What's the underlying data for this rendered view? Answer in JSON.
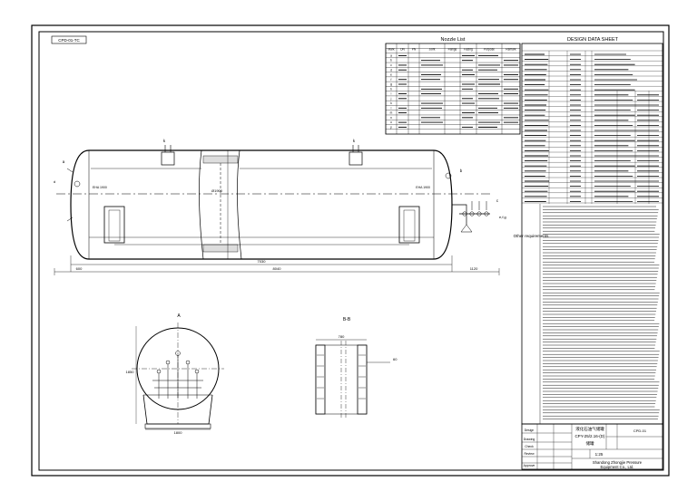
{
  "drawing": {
    "code_box": "CPD-01-TC",
    "nozzle_list_title": "Nozzle List",
    "design_data_title": "DESIGN DATA SHEET",
    "nozzle_headers": [
      "Mark",
      "DN",
      "PN",
      "Joint",
      "Flange",
      "Facing",
      "Purpose",
      "Remark"
    ],
    "nozzle_marks": [
      "a",
      "b",
      "c",
      "d",
      "e",
      "f",
      "g",
      "h",
      "i",
      "j",
      "k",
      "l",
      "m",
      "n",
      "o",
      "p"
    ],
    "other_requirements_label": "Other requirements"
  },
  "elevation": {
    "dim_total": "7030",
    "dim_overall": "8040",
    "dim_left": "600",
    "dim_right": "1120",
    "dim_diameter": "Ø1900",
    "label_k_left": "k",
    "label_k_right": "k",
    "label_a": "a",
    "label_b": "b",
    "label_c": "c",
    "label_d": "d",
    "label_e": "e,f,g",
    "label_head_l": "EHA 1900",
    "label_head_r": "EHA 1900"
  },
  "section_a": {
    "title": "A",
    "dim_width": "1800",
    "dim_height": "1850"
  },
  "section_b": {
    "title": "B-B",
    "dim_top": "780",
    "dim_side": "60"
  },
  "title_block": {
    "cn_title": "液化石油气储罐",
    "model": "CPY-25/2.16-(D)",
    "sub": "储罐",
    "company_line1": "Shandong Zhongjie Pressure",
    "company_line2": "Equipment Co., Ltd.",
    "drawing_no": "CPD-01",
    "scale": "1:25",
    "rows": [
      "Design",
      "Drawing",
      "Check",
      "Review",
      "Approve"
    ]
  }
}
